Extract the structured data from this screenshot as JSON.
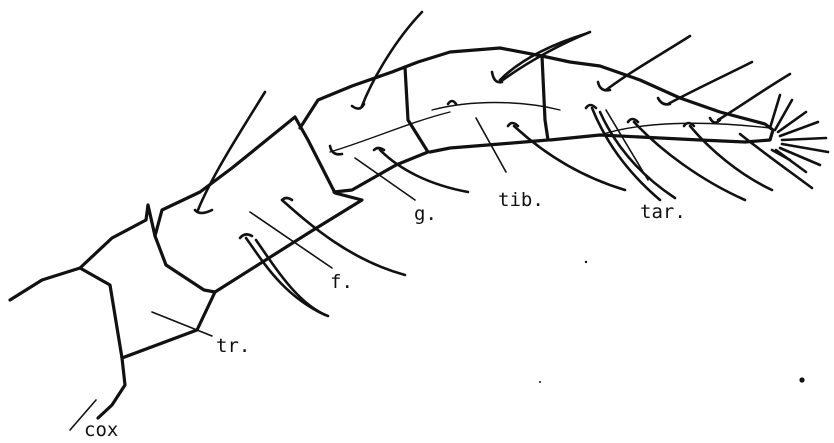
{
  "labels": {
    "coxa": "cox",
    "trochanter": "tr.",
    "femur": "f.",
    "genu": "g.",
    "tibia": "tib.",
    "tarsus": "tar."
  }
}
